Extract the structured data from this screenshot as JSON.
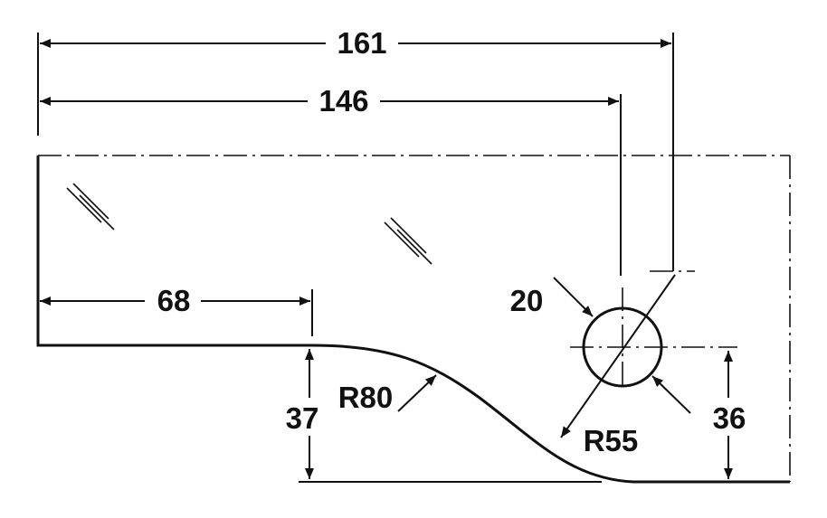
{
  "drawing": {
    "colors": {
      "line": "#111111",
      "background": "#ffffff"
    },
    "dimensions": {
      "overall_width": "161",
      "hole_offset": "146",
      "flat_length": "68",
      "step_height": "37",
      "hole_height": "36",
      "hole_diameter": "20",
      "radius_large": "R80",
      "radius_small": "R55"
    },
    "features": {
      "glass_hatch_marks": 2,
      "hole": "circle"
    }
  }
}
